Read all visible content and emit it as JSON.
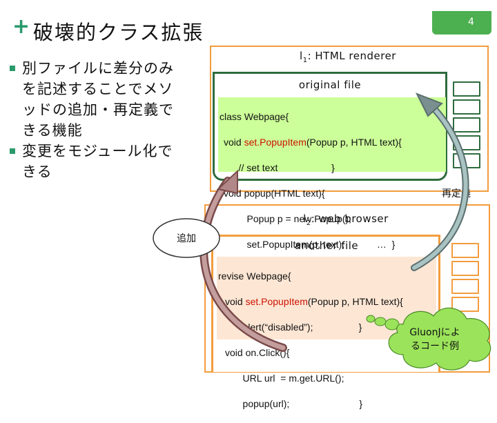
{
  "slide": {
    "page_number": "4",
    "title_plus": "+",
    "title": "破壊的クラス拡張"
  },
  "bullets": [
    {
      "lines": [
        "別ファイルに差分のみ",
        "を記述することでメソ",
        "ッドの追加・再定義で",
        "きる機能"
      ]
    },
    {
      "lines": [
        "変更をモジュール化で",
        "きる"
      ]
    }
  ],
  "layer1": {
    "label_prefix": "l",
    "label_sub": "1",
    "label_suffix": ": HTML renderer",
    "file_label": "original file",
    "code": {
      "line1": "class Webpage{",
      "line2_pre": "void ",
      "line2_red": "set.PopupItem",
      "line2_post": "(Popup p, HTML text){",
      "line3": "    // set text                    }",
      "line4": "void popup(HTML text){",
      "line5": "    Popup p = new Popup();",
      "line6": "    set.PopupItem(p, text);            …  }"
    }
  },
  "layer2": {
    "label_prefix": "l",
    "label_sub": "2",
    "label_suffix": ": web browser",
    "file_label": "another file",
    "code": {
      "line1": "revise Webpage{",
      "line2_pre": "void ",
      "line2_red": "set.PopupItem",
      "line2_post": "(Popup p, HTML text){",
      "line3": "    alert(“disabled”);                 }",
      "line4": "void on.Click(){",
      "line5": "    URL url  = m.get.URL();",
      "line6": "    popup(url);                          }"
    }
  },
  "callouts": {
    "redefine": "再定義",
    "add": "追加",
    "example_line1": "GluonJによ",
    "example_line2": "るコード例"
  },
  "colors": {
    "accent_green": "#2a9a6a",
    "dark_green": "#2d6b3d",
    "orange": "#f39c3d",
    "code_green_bg": "#ccff99",
    "code_orange_bg": "#fde6d4",
    "cloud_green": "#9be35a",
    "highlight_red": "#cc1100"
  }
}
